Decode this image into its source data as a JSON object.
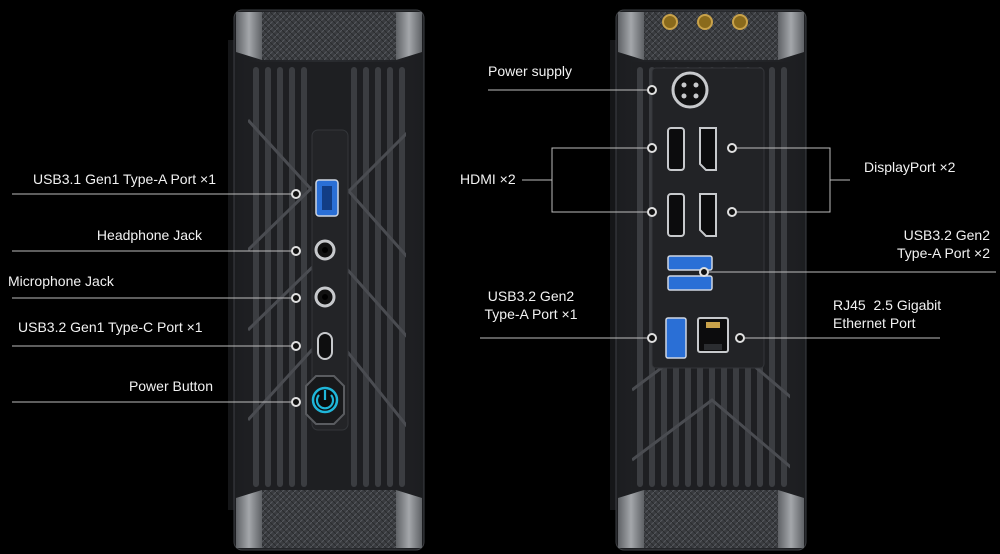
{
  "front_labels": {
    "usb31": "USB3.1 Gen1 Type-A Port ×1",
    "headphone": "Headphone Jack",
    "microphone": "Microphone Jack",
    "usbc": "USB3.2 Gen1 Type-C Port ×1",
    "power_button": "Power Button"
  },
  "rear_labels": {
    "power_supply": "Power supply",
    "hdmi": "HDMI ×2",
    "displayport": "DisplayPort ×2",
    "usb32x2_line1": "USB3.2 Gen2",
    "usb32x2_line2": "Type-A Port ×2",
    "usb32x1_line1": "USB3.2 Gen2",
    "usb32x1_line2": "Type-A Port ×1",
    "rj45_line1": "RJ45  2.5 Gigabit",
    "rj45_line2": "Ethernet Port"
  },
  "colors": {
    "background": "#000000",
    "text": "#f2f2f2",
    "line": "#bdbdbd",
    "usb_blue": "#2a6fd6",
    "power_glow": "#1fb6d9",
    "body": "#26282b",
    "end_cap": "#8d9094"
  }
}
